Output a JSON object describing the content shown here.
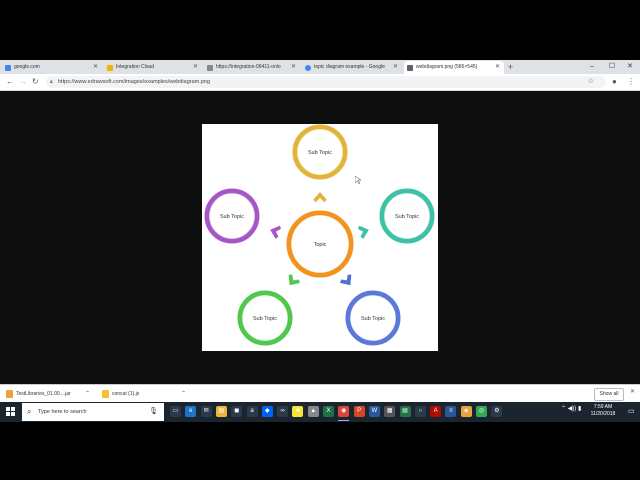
{
  "browser": {
    "tabs": [
      {
        "label": "google.com",
        "color": "#4285f4",
        "active": false
      },
      {
        "label": "Integration Cloud",
        "color": "#f4b400",
        "active": false
      },
      {
        "label": "https://integration-09411-onlo",
        "color": "#888888",
        "active": false
      },
      {
        "label": "topic diagram example - Google",
        "color": "#4285f4",
        "active": false
      },
      {
        "label": "webdiagram.png (586×545)",
        "color": "#5f6368",
        "active": true
      }
    ],
    "url": "https://www.edrawsoft.com/images/examples/webdiagram.png"
  },
  "diagram": {
    "center": {
      "label": "Topic",
      "color": "#f2921f"
    },
    "subtopics": [
      {
        "label": "Sub Topic",
        "color": "#e3b43a",
        "arrow_color": "#e3b43a"
      },
      {
        "label": "Sub Topic",
        "color": "#3fc1a6",
        "arrow_color": "#3fc1a6"
      },
      {
        "label": "Sub Topic",
        "color": "#5b79d8",
        "arrow_color": "#4f6fd1"
      },
      {
        "label": "Sub Topic",
        "color": "#4fc84d",
        "arrow_color": "#4fc84d"
      },
      {
        "label": "Sub Topic",
        "color": "#a557c9",
        "arrow_color": "#a557c9"
      }
    ]
  },
  "downloads": {
    "items": [
      {
        "label": "TestLibraries_01.00....jar",
        "color": "#e9a33b"
      },
      {
        "label": "concat (1).js",
        "color": "#f1c232"
      }
    ],
    "show_all": "Show all"
  },
  "taskbar": {
    "search_placeholder": "Type here to search",
    "time": "7:59 AM",
    "date": "11/20/2018",
    "apps": [
      {
        "name": "task-view",
        "color": "#2b3a4a",
        "glyph": "▭"
      },
      {
        "name": "edge",
        "color": "#1e73c8",
        "glyph": "e"
      },
      {
        "name": "mail",
        "color": "#2b3a4a",
        "glyph": "✉"
      },
      {
        "name": "file-explorer",
        "color": "#e8b73b",
        "glyph": "▤"
      },
      {
        "name": "store",
        "color": "#2b3a4a",
        "glyph": "◼"
      },
      {
        "name": "amazon",
        "color": "#2b3a4a",
        "glyph": "a"
      },
      {
        "name": "dropbox",
        "color": "#0061ff",
        "glyph": "◆"
      },
      {
        "name": "people",
        "color": "#2b3a4a",
        "glyph": "∞"
      },
      {
        "name": "sticky-notes",
        "color": "#f6e43b",
        "glyph": "■"
      },
      {
        "name": "folder",
        "color": "#888888",
        "glyph": "▲"
      },
      {
        "name": "excel",
        "color": "#1e7145",
        "glyph": "X"
      },
      {
        "name": "chrome",
        "color": "#db4437",
        "glyph": "◉"
      },
      {
        "name": "powerpoint",
        "color": "#d24726",
        "glyph": "P"
      },
      {
        "name": "word",
        "color": "#2b579a",
        "glyph": "W"
      },
      {
        "name": "calculator",
        "color": "#555555",
        "glyph": "▦"
      },
      {
        "name": "spreadsheet",
        "color": "#217346",
        "glyph": "▤"
      },
      {
        "name": "onenote",
        "color": "#2b3a4a",
        "glyph": "○"
      },
      {
        "name": "acrobat",
        "color": "#b30b00",
        "glyph": "A"
      },
      {
        "name": "word-doc",
        "color": "#2b579a",
        "glyph": "≡"
      },
      {
        "name": "package",
        "color": "#e7a33e",
        "glyph": "◈"
      },
      {
        "name": "chrome-alt",
        "color": "#34a853",
        "glyph": "◎"
      },
      {
        "name": "settings",
        "color": "#2b3a4a",
        "glyph": "⚙"
      }
    ]
  }
}
